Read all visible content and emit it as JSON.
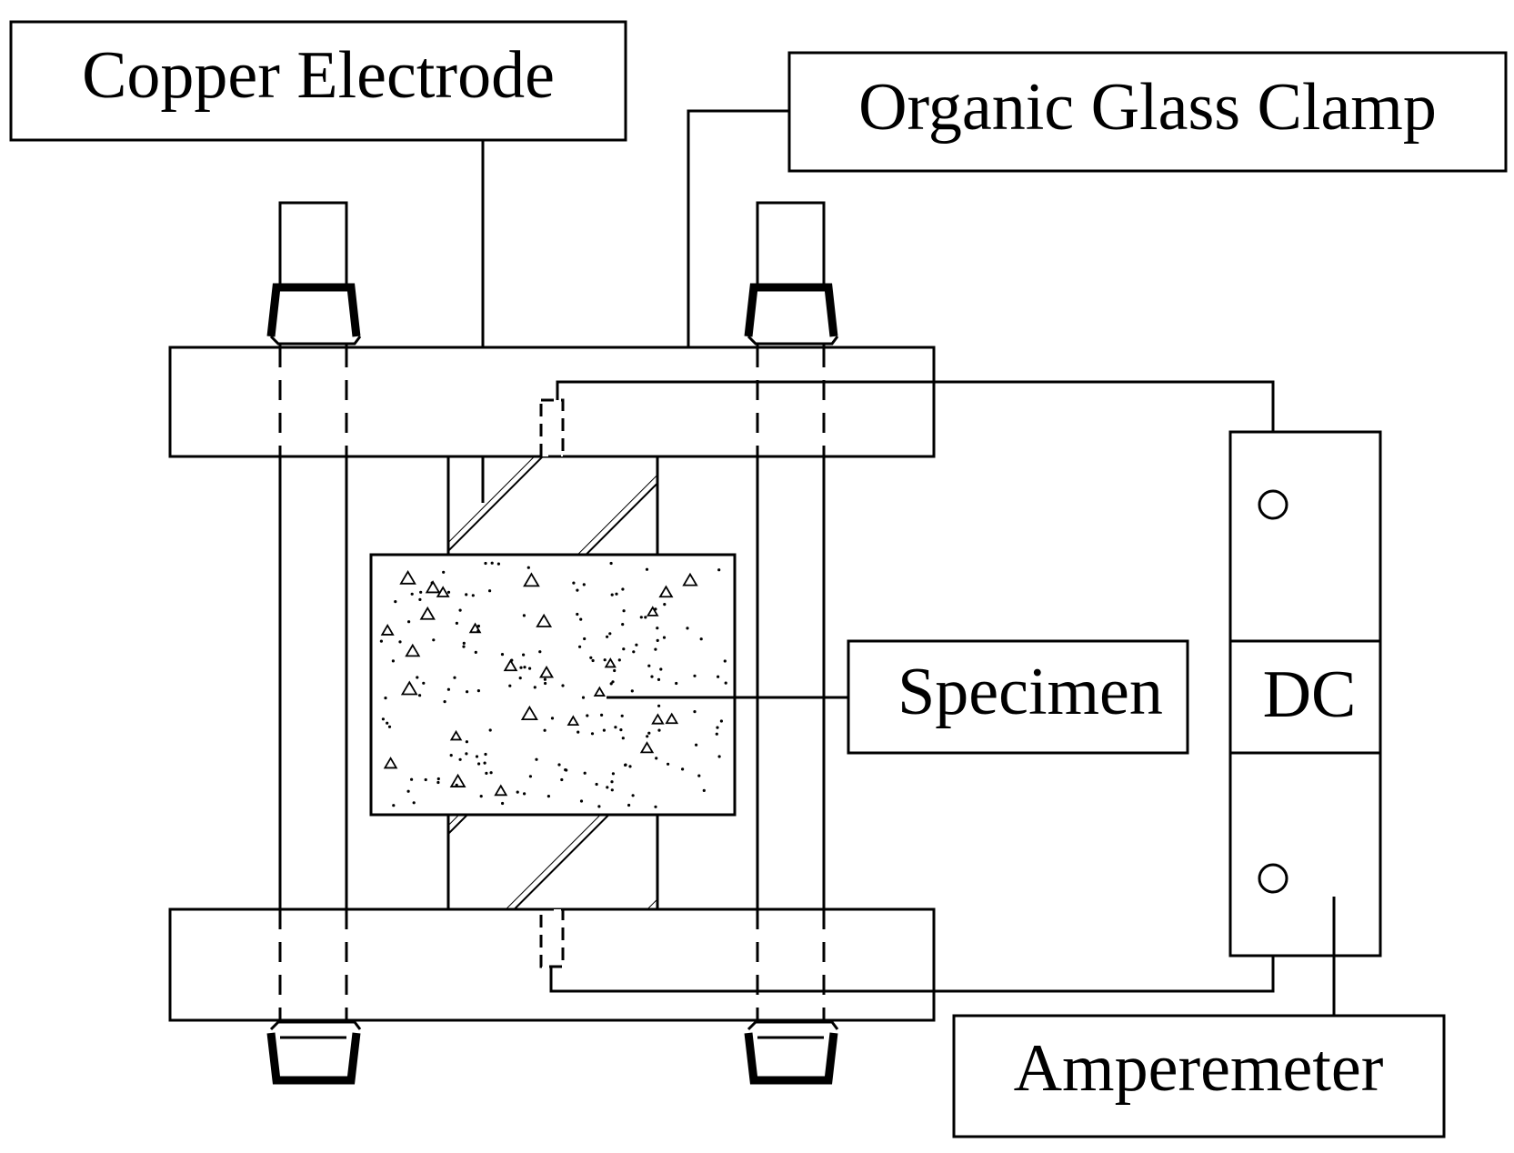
{
  "labels": {
    "copper_electrode": "Copper Electrode",
    "organic_glass_clamp": "Organic Glass Clamp",
    "specimen": "Specimen",
    "dc": "DC",
    "amperemeter": "Amperemeter"
  },
  "colors": {
    "line": "#000000",
    "background": "#ffffff"
  }
}
